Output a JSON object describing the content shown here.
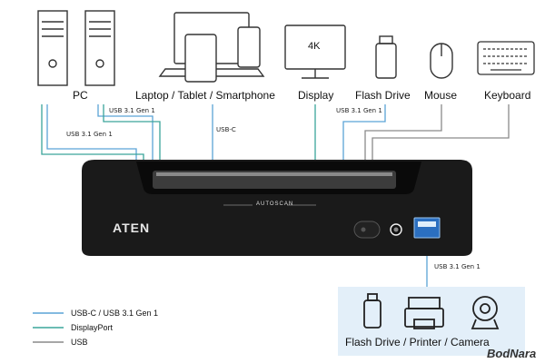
{
  "devices": {
    "pc": "PC",
    "laptop": "Laptop / Tablet / Smartphone",
    "display": "Display",
    "flash_drive": "Flash Drive",
    "mouse": "Mouse",
    "keyboard": "Keyboard",
    "display_res": "4K"
  },
  "connections": {
    "usb31_pc_top": "USB 3.1 Gen 1",
    "usb31_pc_low": "USB 3.1 Gen 1",
    "usbc": "USB-C",
    "usb31_flash": "USB 3.1 Gen 1",
    "usb31_front": "USB 3.1 Gen 1"
  },
  "hub": {
    "brand": "ATEN",
    "autoscan": "AUTOSCAN"
  },
  "front_devices": {
    "label": "Flash Drive / Printer / Camera"
  },
  "legend": {
    "items": [
      {
        "label": "USB-C / USB 3.1 Gen 1",
        "color": "#5aa3d6"
      },
      {
        "label": "DisplayPort",
        "color": "#3aa59a"
      },
      {
        "label": "USB",
        "color": "#8a8a8a"
      }
    ]
  },
  "watermark": "BodNara"
}
